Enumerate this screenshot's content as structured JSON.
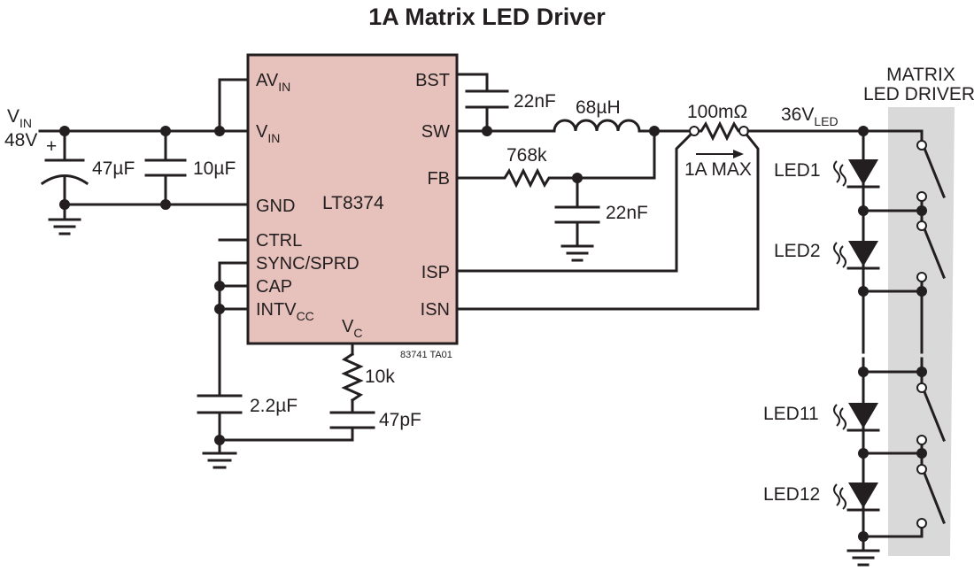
{
  "title": "1A Matrix LED Driver",
  "colors": {
    "ic_fill": "#e7c1bb",
    "panel_fill": "#d9d9d9",
    "ink": "#231f20"
  },
  "ic": {
    "name": "LT8374",
    "part_code": "83741 TA01",
    "pins_left": [
      {
        "main": "AV",
        "sub": "IN"
      },
      {
        "main": "V",
        "sub": "IN"
      },
      {
        "main": "GND",
        "sub": ""
      },
      {
        "main": "CTRL",
        "sub": ""
      },
      {
        "main": "SYNC/SPRD",
        "sub": ""
      },
      {
        "main": "CAP",
        "sub": ""
      },
      {
        "main": "INTV",
        "sub": "CC"
      }
    ],
    "pins_right": [
      "BST",
      "SW",
      "FB",
      "ISP",
      "ISN"
    ],
    "pin_bottom": {
      "main": "V",
      "sub": "C"
    }
  },
  "input": {
    "name_main": "V",
    "name_sub": "IN",
    "voltage": "48V",
    "polarity": "+"
  },
  "components": {
    "c_in1": "47µF",
    "c_in2": "10µF",
    "c_bst": "22nF",
    "inductor": "68µH",
    "r_fb": "768k",
    "c_fb": "22nF",
    "r_sense": "100mΩ",
    "sense_note": "1A MAX",
    "c_cap": "2.2µF",
    "r_vc": "10k",
    "c_vc": "47pF"
  },
  "output": {
    "main": "36V",
    "sub": "LED"
  },
  "matrix": {
    "title_line1": "MATRIX",
    "title_line2": "LED DRIVER",
    "leds": [
      "LED1",
      "LED2",
      "LED11",
      "LED12"
    ]
  }
}
